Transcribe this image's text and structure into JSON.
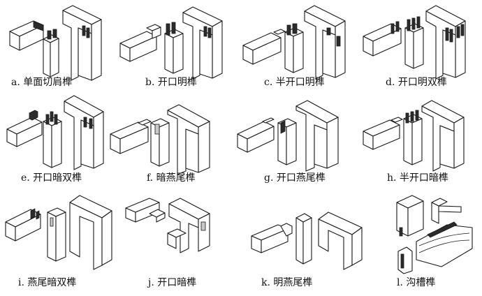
{
  "joints": [
    {
      "label": "a. 单面切肩榫"
    },
    {
      "label": "b. 开口明榫"
    },
    {
      "label": "c. 半开口明榫"
    },
    {
      "label": "d. 开口明双榫"
    },
    {
      "label": "e. 开口暗双榫"
    },
    {
      "label": "f. 暗燕尾榫"
    },
    {
      "label": "g. 开口燕尾榫"
    },
    {
      "label": "h. 半开口暗榫"
    },
    {
      "label": "i. 燕尾暗双榫"
    },
    {
      "label": "j. 开口暗榫"
    },
    {
      "label": "k. 明燕尾榫"
    },
    {
      "label": "l. 沟槽榫"
    }
  ]
}
